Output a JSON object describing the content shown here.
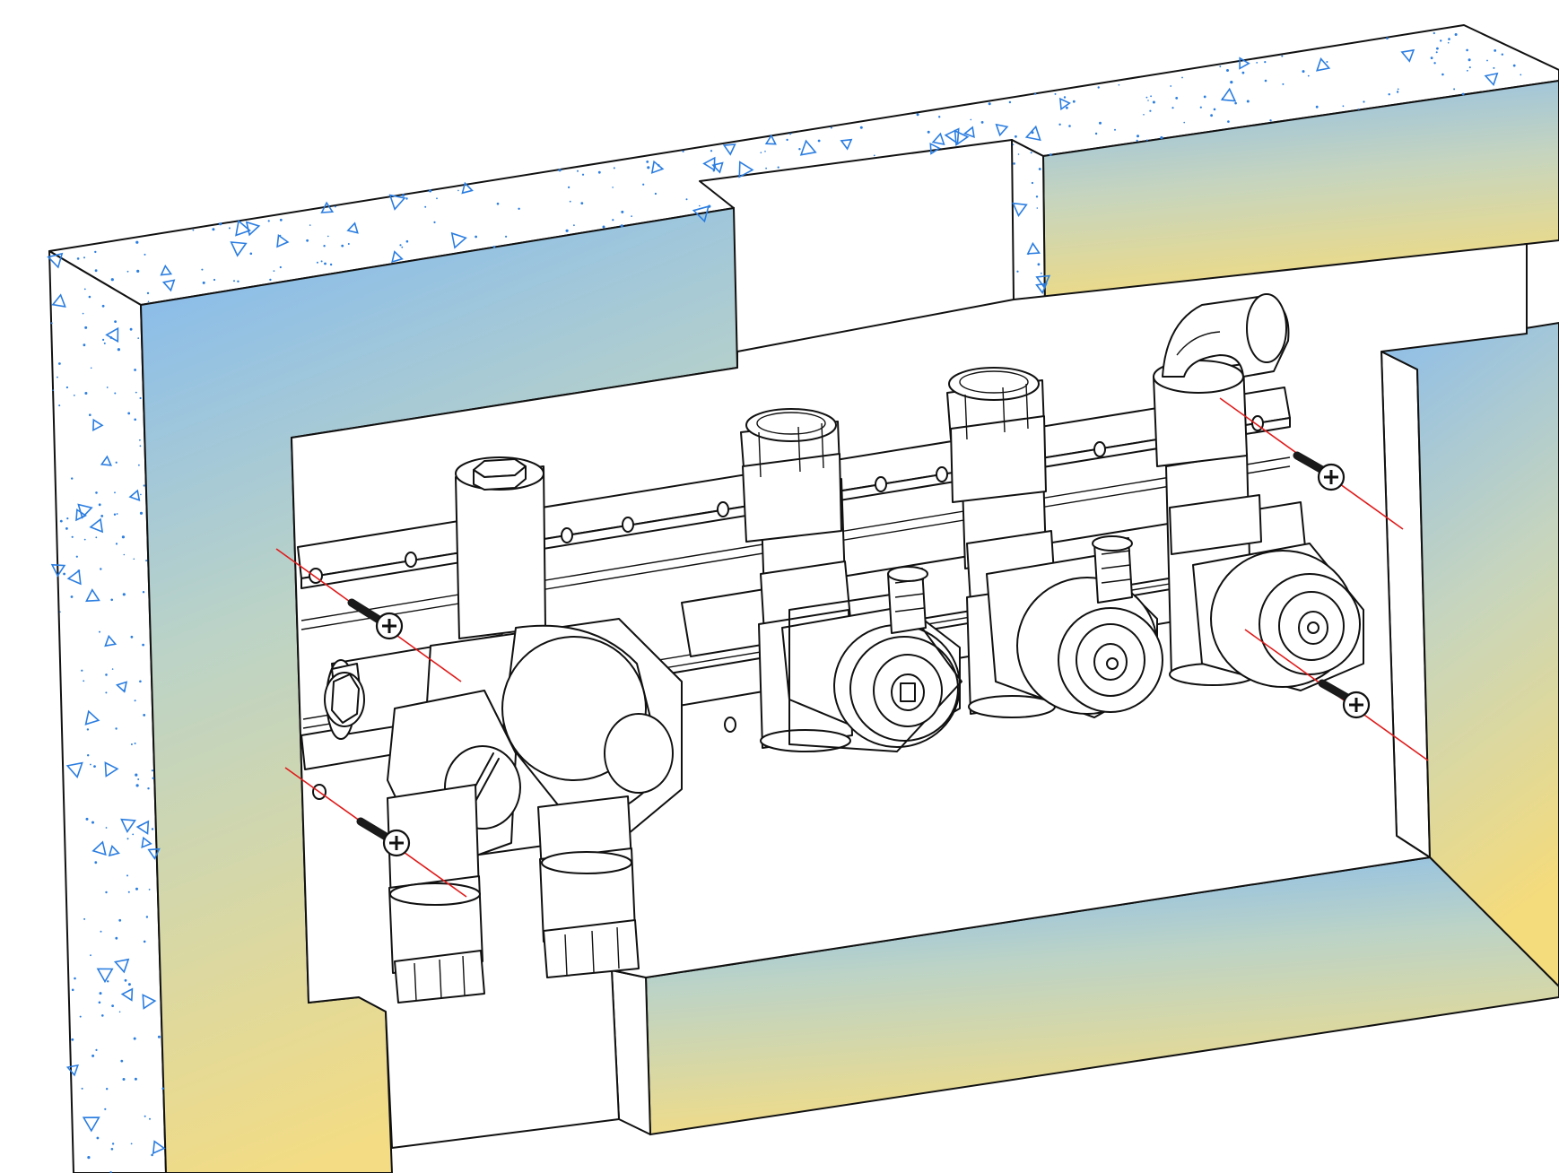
{
  "figure": {
    "view": "isometric",
    "background_color": "#ffffff",
    "colors": {
      "wall_gradient_top": "#7fb8f2",
      "wall_gradient_mid": "#bcd3c6",
      "wall_gradient_bottom": "#f3dc84",
      "concrete_pattern": "#2a7de1",
      "alignment_guide": "#e01b1b",
      "line_art": "#111111"
    },
    "components": [
      {
        "name": "wall-recess",
        "icon": "wall-niche"
      },
      {
        "name": "mounting-rail",
        "icon": "rail"
      },
      {
        "name": "thermostatic-mixing-valve",
        "icon": "valve"
      },
      {
        "name": "stop-valve-left",
        "icon": "valve"
      },
      {
        "name": "stop-valve-middle",
        "icon": "valve"
      },
      {
        "name": "stop-valve-right",
        "icon": "valve"
      },
      {
        "name": "elbow-outlet",
        "icon": "elbow-fitting"
      },
      {
        "name": "fixing-screws",
        "icon": "screw",
        "count": 4
      }
    ]
  }
}
